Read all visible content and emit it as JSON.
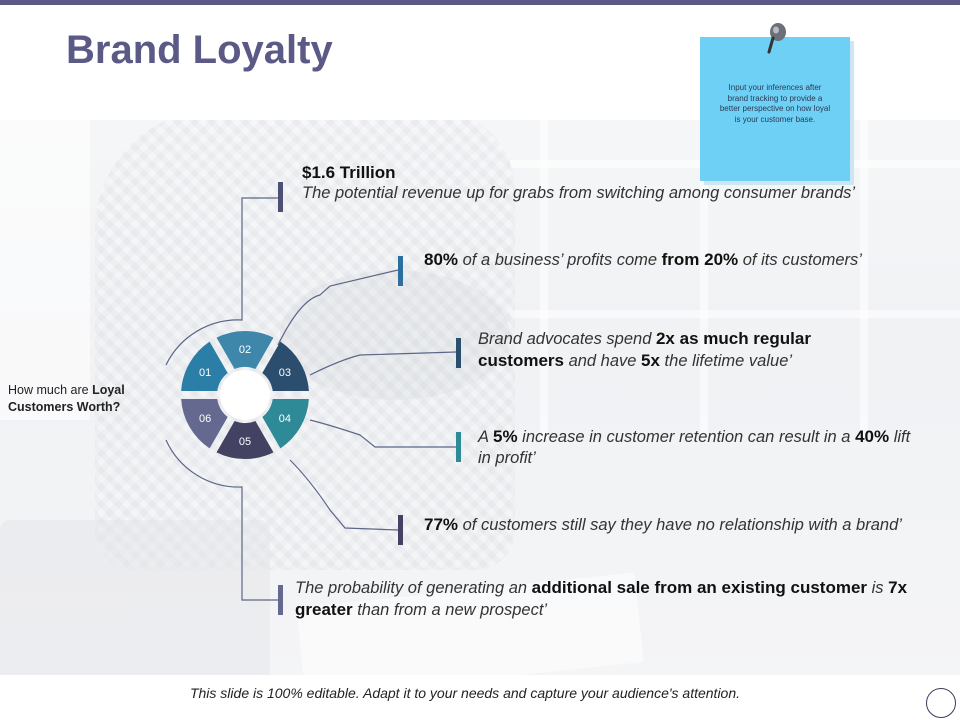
{
  "slide": {
    "title": "Brand Loyalty",
    "footer": "This slide is 100% editable. Adapt it to your needs and capture your audience's attention."
  },
  "sticky_note": {
    "text": "Input your inferences after brand tracking to provide a better perspective on how loyal is your customer base.",
    "color": "#6fd0f5"
  },
  "center": {
    "prefix": "How much are ",
    "bold": "Loyal Customers Worth?"
  },
  "wheel": {
    "segments": [
      {
        "label": "01",
        "color": "#2b7fa6"
      },
      {
        "label": "02",
        "color": "#3e86aa"
      },
      {
        "label": "03",
        "color": "#2b4d6e"
      },
      {
        "label": "04",
        "color": "#2f8a97"
      },
      {
        "label": "05",
        "color": "#434263"
      },
      {
        "label": "06",
        "color": "#65698f"
      }
    ]
  },
  "stats": [
    {
      "head": "$1.6 Trillion",
      "text": "The potential revenue up for grabs from switching among consumer brands’",
      "marker_color": "#4e4f74"
    },
    {
      "big1": "80%",
      "text1": " of a business’ profits come ",
      "bold1": "from 20%",
      "text2": " of its customers’",
      "marker_color": "#2b6f9e"
    },
    {
      "text1": "Brand advocates spend ",
      "big1": "2x",
      "bold1": " as much regular customers",
      "text2": " and have ",
      "big2": "5x",
      "text3": " the lifetime value’",
      "marker_color": "#2b4d6e"
    },
    {
      "text1": "A ",
      "big1": "5%",
      "text2": "  increase in customer retention can result in a ",
      "big2": "40%",
      "text3": "  lift in profit’",
      "marker_color": "#2f8a97"
    },
    {
      "big1": "77%",
      "text1": " of customers still say they have no relationship with a brand’",
      "marker_color": "#434263"
    },
    {
      "text1": "The probability of generating an ",
      "bold1": "additional sale from an existing customer",
      "text2": " is ",
      "bold2": "7x greater",
      "text3": " than from a new prospect’",
      "marker_color": "#65698f"
    }
  ],
  "colors": {
    "title": "#5b5a86",
    "top_bar": "#5b5a86",
    "connector": "#5c6788"
  }
}
